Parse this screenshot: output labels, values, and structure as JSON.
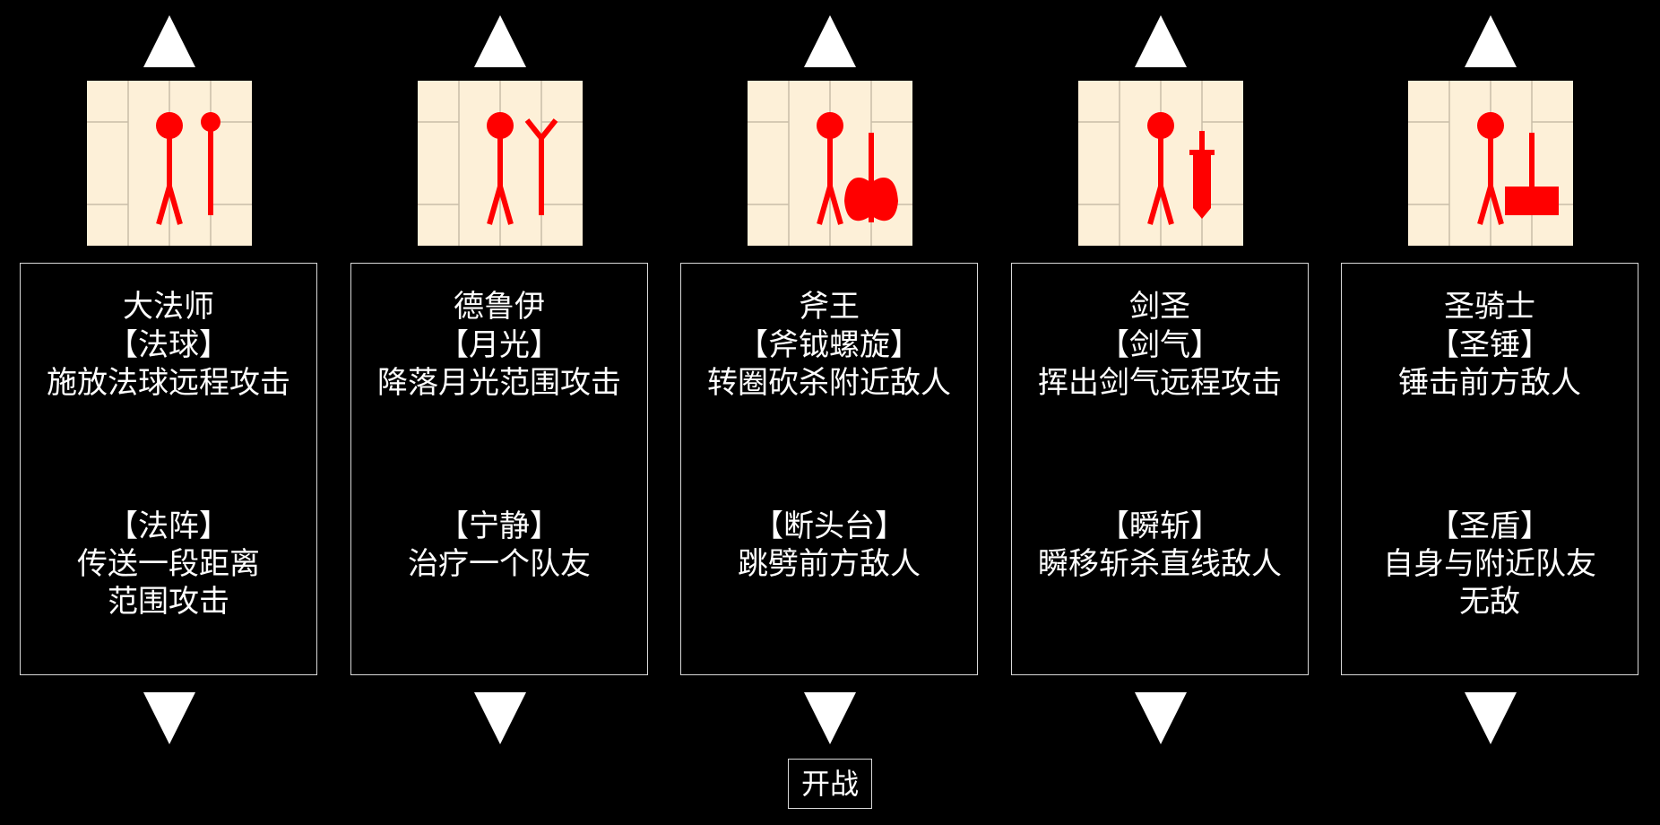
{
  "heroes": [
    {
      "name": "大法师",
      "weapon": "orb-staff",
      "skill1": {
        "name": "【法球】",
        "lines": [
          "施放法球远程攻击"
        ]
      },
      "skill2": {
        "name": "【法阵】",
        "lines": [
          "传送一段距离",
          "范围攻击"
        ]
      }
    },
    {
      "name": "德鲁伊",
      "weapon": "forked-staff",
      "skill1": {
        "name": "【月光】",
        "lines": [
          "降落月光范围攻击"
        ]
      },
      "skill2": {
        "name": "【宁静】",
        "lines": [
          "治疗一个队友"
        ]
      }
    },
    {
      "name": "斧王",
      "weapon": "battle-axe",
      "skill1": {
        "name": "【斧钺螺旋】",
        "lines": [
          "转圈砍杀附近敌人"
        ]
      },
      "skill2": {
        "name": "【断头台】",
        "lines": [
          "跳劈前方敌人"
        ]
      }
    },
    {
      "name": "剑圣",
      "weapon": "sword",
      "skill1": {
        "name": "【剑气】",
        "lines": [
          "挥出剑气远程攻击"
        ]
      },
      "skill2": {
        "name": "【瞬斩】",
        "lines": [
          "瞬移斩杀直线敌人"
        ]
      }
    },
    {
      "name": "圣骑士",
      "weapon": "hammer",
      "skill1": {
        "name": "【圣锤】",
        "lines": [
          "锤击前方敌人"
        ]
      },
      "skill2": {
        "name": "【圣盾】",
        "lines": [
          "自身与附近队友",
          "无敌"
        ]
      }
    }
  ],
  "start_button": {
    "label": "开战"
  },
  "colors": {
    "background": "#000000",
    "portrait_bg": "#fdf0d8",
    "portrait_grid": "#c9bda8",
    "figure": "#ff0000",
    "arrow": "#ffffff",
    "border": "#d8d8d8"
  }
}
